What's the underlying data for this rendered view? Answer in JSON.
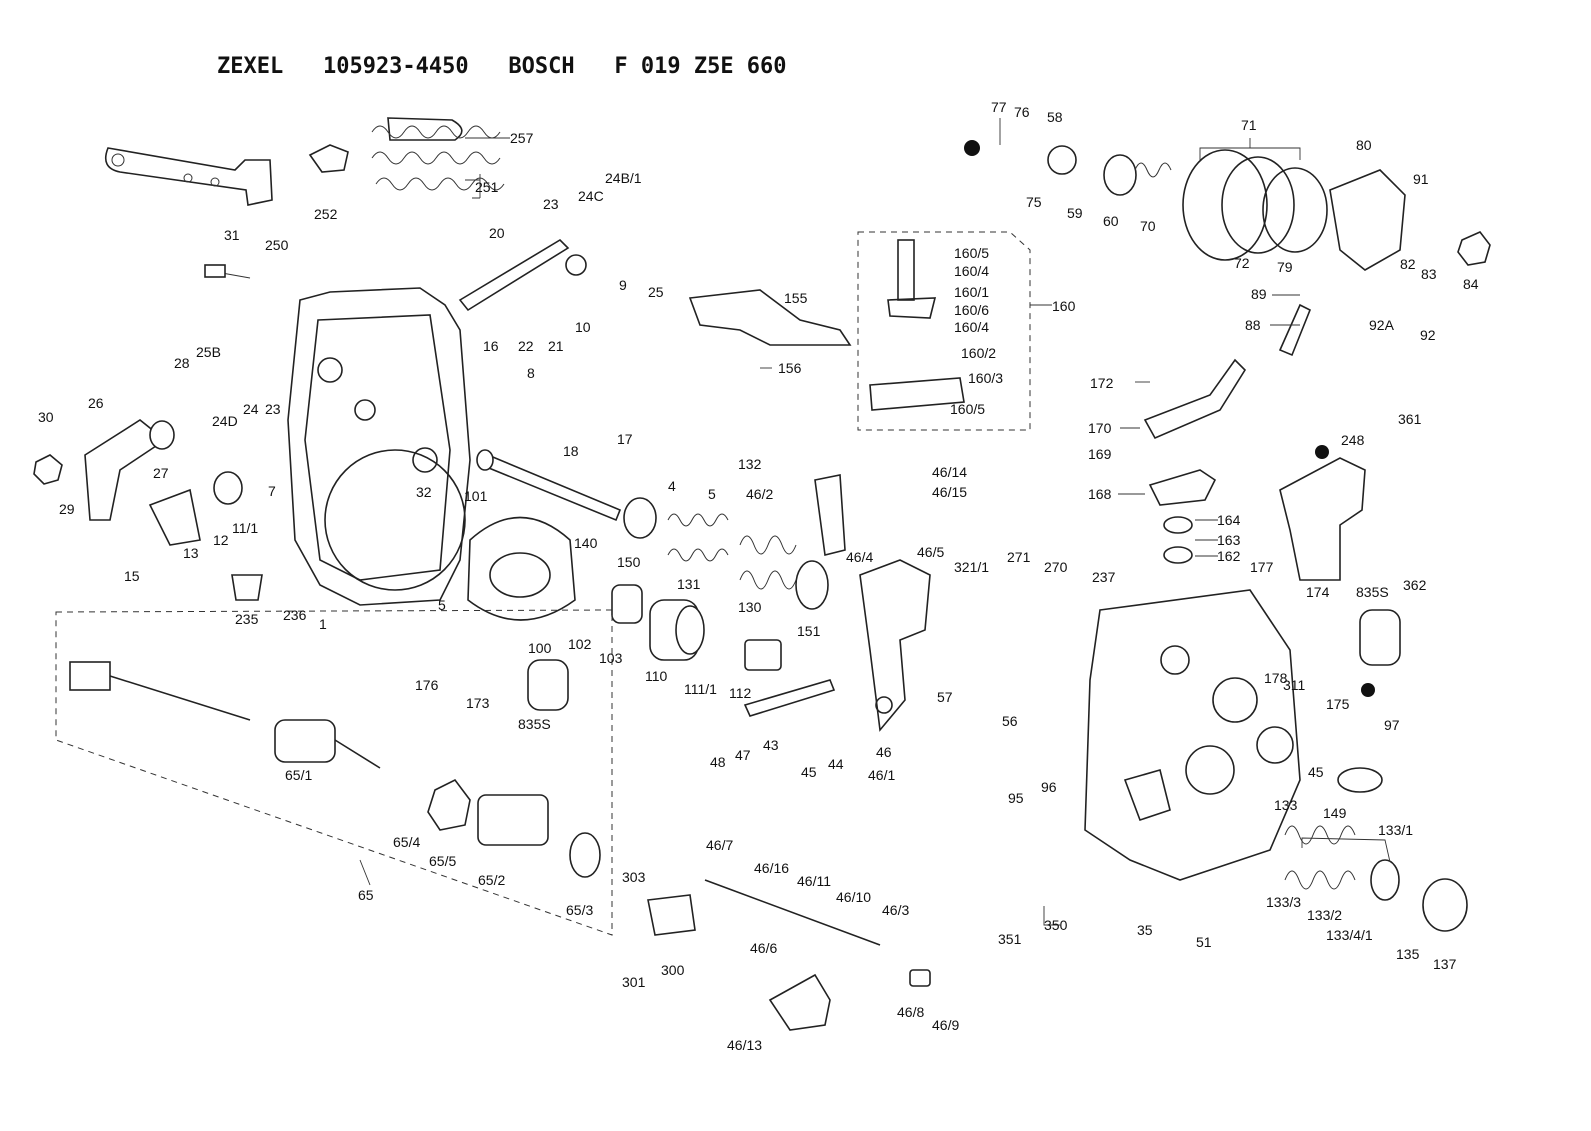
{
  "header": {
    "title": "ZEXEL   105923-4450   BOSCH   F 019 Z5E 660"
  },
  "callouts": [
    "1",
    "4",
    "5",
    "5",
    "7",
    "8",
    "9",
    "10",
    "11/1",
    "12",
    "13",
    "15",
    "16",
    "17",
    "18",
    "20",
    "21",
    "22",
    "23",
    "23",
    "24",
    "24B/1",
    "24C",
    "24D",
    "25",
    "25B",
    "26",
    "27",
    "28",
    "29",
    "30",
    "31",
    "32",
    "35",
    "43",
    "44",
    "45",
    "45",
    "46",
    "46/1",
    "46/2",
    "46/3",
    "46/4",
    "46/5",
    "46/6",
    "46/7",
    "46/8",
    "46/9",
    "46/10",
    "46/11",
    "46/13",
    "46/14",
    "46/15",
    "46/16",
    "47",
    "48",
    "51",
    "56",
    "57",
    "58",
    "59",
    "60",
    "65",
    "65/1",
    "65/2",
    "65/3",
    "65/4",
    "65/5",
    "70",
    "71",
    "72",
    "75",
    "76",
    "77",
    "79",
    "80",
    "82",
    "83",
    "84",
    "88",
    "89",
    "91",
    "92",
    "92A",
    "95",
    "96",
    "97",
    "100",
    "101",
    "102",
    "103",
    "110",
    "111/1",
    "112",
    "130",
    "131",
    "132",
    "133",
    "133/1",
    "133/2",
    "133/3",
    "133/4/1",
    "135",
    "137",
    "140",
    "149",
    "150",
    "151",
    "155",
    "156",
    "160",
    "160/1",
    "160/2",
    "160/3",
    "160/4",
    "160/4",
    "160/5",
    "160/5",
    "160/6",
    "162",
    "163",
    "164",
    "168",
    "169",
    "170",
    "172",
    "173",
    "174",
    "175",
    "176",
    "177",
    "178",
    "235",
    "236",
    "237",
    "248",
    "250",
    "251",
    "252",
    "257",
    "270",
    "271",
    "300",
    "301",
    "303",
    "311",
    "321/1",
    "350",
    "351",
    "361",
    "362",
    "835S",
    "835S"
  ]
}
